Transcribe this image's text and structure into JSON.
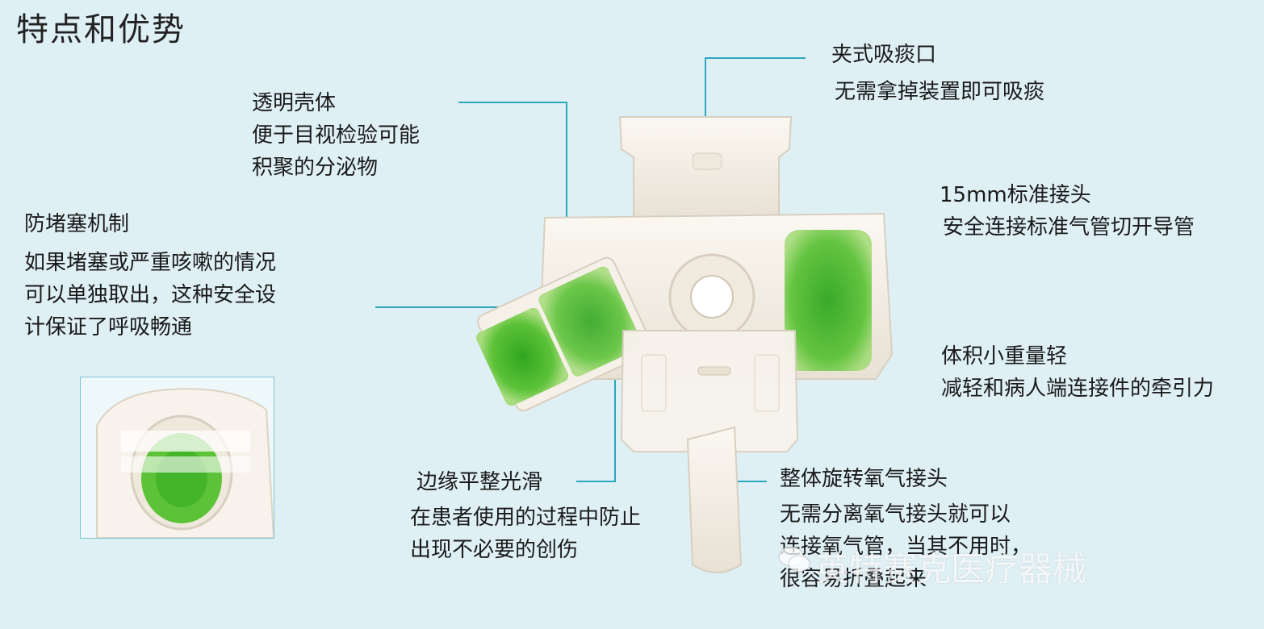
{
  "title": "特点和优势",
  "features": {
    "suction_port": {
      "head": "夹式吸痰口",
      "desc": [
        "无需拿掉装置即可吸痰"
      ]
    },
    "transparent_shell": {
      "head": "透明壳体",
      "desc": [
        "便于目视检验可能",
        "积聚的分泌物"
      ]
    },
    "connector_15mm": {
      "head": "15mm标准接头",
      "desc": [
        "安全连接标准气管切开导管"
      ]
    },
    "anti_clog": {
      "head": "防堵塞机制",
      "desc": [
        "如果堵塞或严重咳嗽的情况",
        "可以单独取出，这种安全设",
        "计保证了呼吸畅通"
      ]
    },
    "lightweight": {
      "head": "体积小重量轻",
      "desc": [
        "减轻和病人端连接件的牵引力"
      ]
    },
    "smooth_edges": {
      "head": "边缘平整光滑",
      "desc": [
        "在患者使用的过程中防止",
        "出现不必要的创伤"
      ]
    },
    "rotating_oxygen": {
      "head": "整体旋转氧气接头",
      "desc": [
        "无需分离氧气接头就可以",
        "连接氧气管，当其不用时，",
        "很容易折叠起来"
      ]
    }
  },
  "watermark": "英特赛克医疗器械",
  "colors": {
    "background": "#dff0f5",
    "leader": "#2aa6bf",
    "foam": "#5cc238",
    "shell": "#f4efe6"
  }
}
